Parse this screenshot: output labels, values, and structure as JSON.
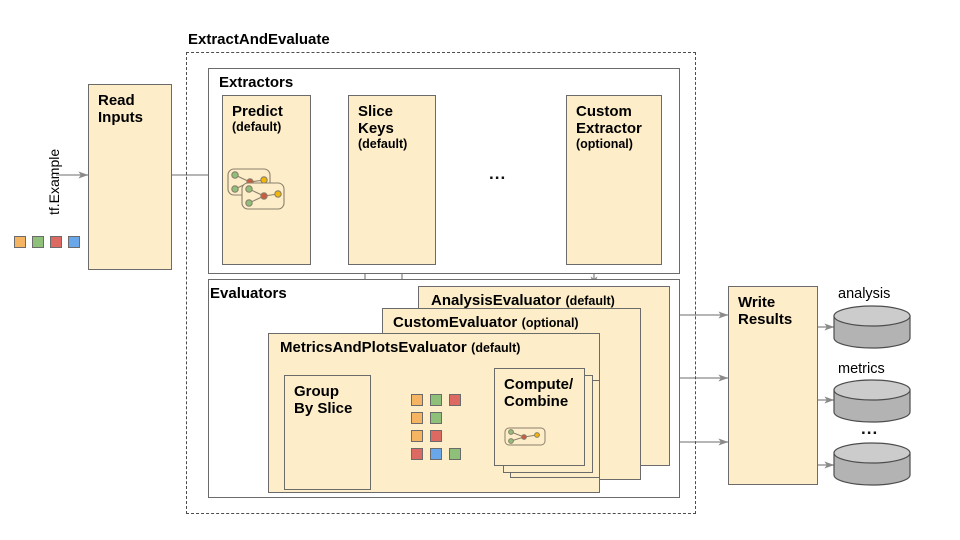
{
  "diagram": {
    "title_visible": false,
    "colors": {
      "box_fill": "#fdeec9",
      "box_stroke": "#6b6b6b",
      "dashed_stroke": "#4d4d4d",
      "cylinder_fill": "#b3b3b3",
      "chip_orange": "#f5b461",
      "chip_green": "#8fc07a",
      "chip_red": "#dd6a62",
      "chip_blue": "#6aa7ea",
      "arrow": "#808080"
    },
    "input": {
      "stream_label": "tf.Example",
      "chips": [
        "orange",
        "green",
        "red",
        "blue"
      ]
    },
    "read_inputs": {
      "label": "Read Inputs"
    },
    "extract_and_evaluate": {
      "label": "ExtractAndEvaluate",
      "extractors": {
        "label": "Extractors",
        "items": [
          {
            "title": "Predict",
            "sub": "(default)",
            "has_graph_icon": true
          },
          {
            "title": "Slice Keys",
            "sub": "(default)",
            "has_graph_icon": false
          },
          {
            "title": "Custom Extractor",
            "sub": "(optional)",
            "has_graph_icon": false
          }
        ],
        "ellipsis": "..."
      },
      "evaluators": {
        "label": "Evaluators",
        "stack": [
          {
            "title": "AnalysisEvaluator",
            "sub": "(default)"
          },
          {
            "title": "CustomEvaluator",
            "sub": "(optional)"
          },
          {
            "title": "MetricsAndPlotsEvaluator",
            "sub": "(default)"
          }
        ],
        "group_by_slice": {
          "label": "Group By Slice"
        },
        "compute_combine": {
          "label": "Compute/ Combine"
        },
        "slice_chip_rows": [
          [
            "orange",
            "green",
            "red"
          ],
          [
            "orange",
            "green"
          ],
          [
            "orange",
            "red"
          ],
          [
            "red",
            "blue",
            "green"
          ]
        ]
      }
    },
    "write_results": {
      "label": "Write Results"
    },
    "outputs": [
      {
        "label": "analysis"
      },
      {
        "label": "metrics"
      },
      {
        "label": "..."
      }
    ]
  }
}
